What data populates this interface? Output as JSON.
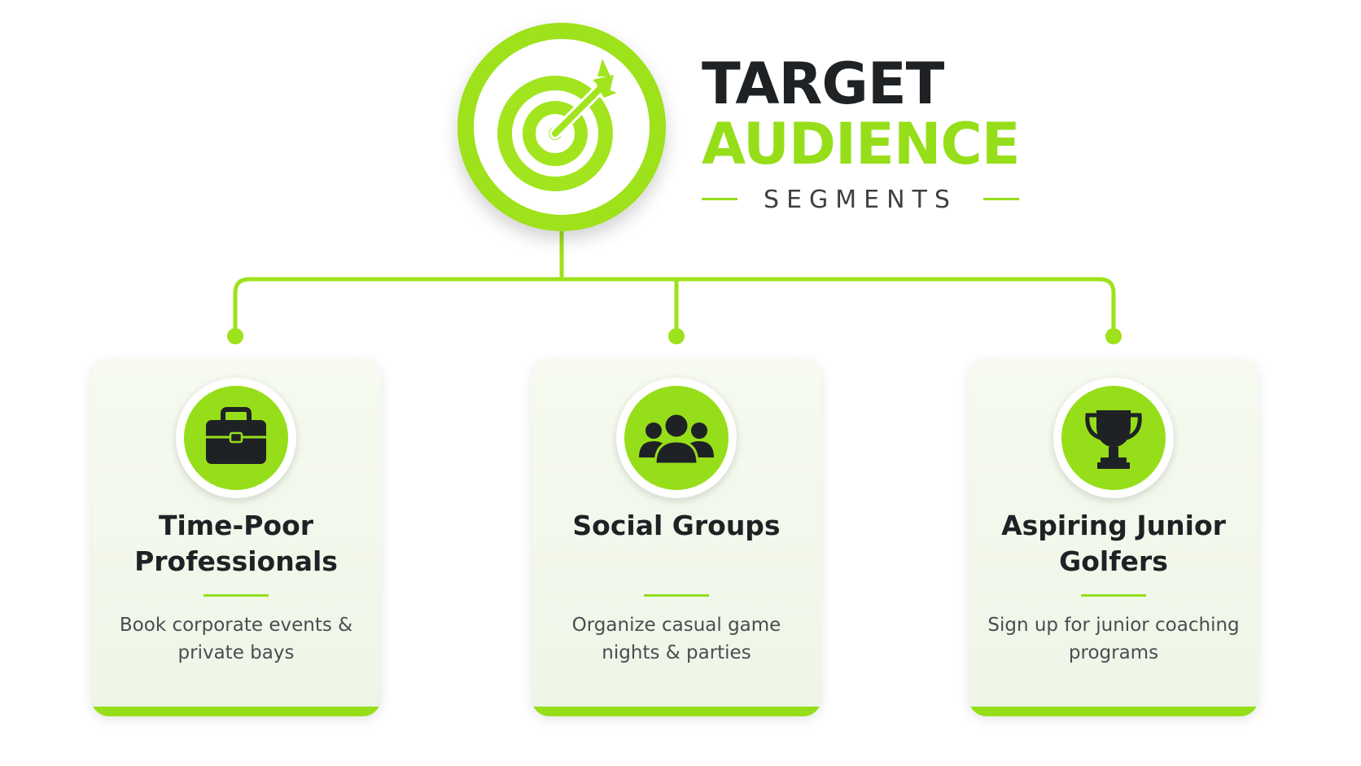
{
  "header": {
    "title_line1": "TARGET",
    "title_line2": "AUDIENCE",
    "subtitle": "SEGMENTS",
    "hero_icon": "target-arrow-icon"
  },
  "segments": [
    {
      "title": "Time-Poor Professionals",
      "description": "Book corporate events & private bays",
      "icon": "briefcase-icon"
    },
    {
      "title": "Social Groups",
      "description": "Organize casual game nights & parties",
      "icon": "users-group-icon"
    },
    {
      "title": "Aspiring Junior Golfers",
      "description": "Sign up for junior coaching programs",
      "icon": "trophy-icon"
    }
  ],
  "colors": {
    "accent": "#96de1a",
    "dark": "#1f2225",
    "text": "#4a4d51",
    "card_bg": "#f3f8ec"
  }
}
